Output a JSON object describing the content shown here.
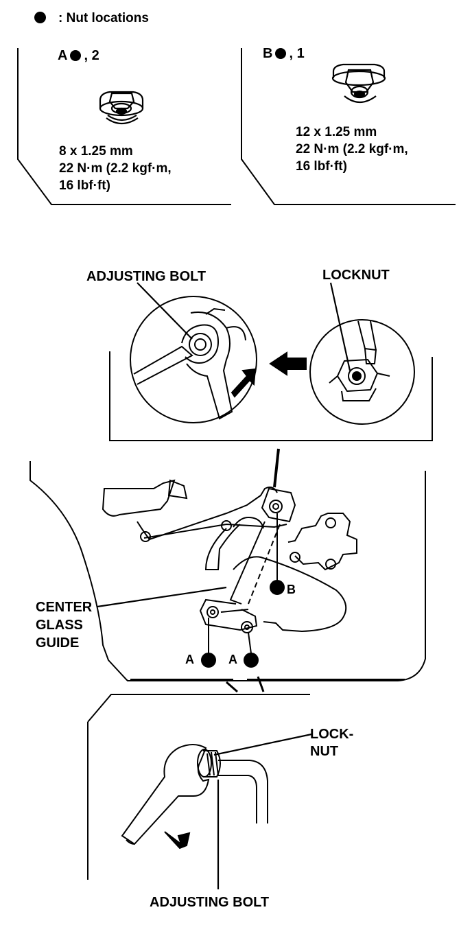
{
  "legend": {
    "icon": "filled-circle-icon",
    "text": ": Nut locations"
  },
  "box_a": {
    "letter": "A",
    "count": ", 2",
    "spec_size": "8 x 1.25 mm",
    "spec_torque_1": "22 N·m (2.2 kgf·m,",
    "spec_torque_2": "16 lbf·ft)"
  },
  "box_b": {
    "letter": "B",
    "count": ", 1",
    "spec_size": "12 x 1.25 mm",
    "spec_torque_1": "22 N·m (2.2 kgf·m,",
    "spec_torque_2": "16 lbf·ft)"
  },
  "callouts": {
    "adjusting_bolt_top": "ADJUSTING BOLT",
    "locknut_top": "LOCKNUT",
    "center_glass_guide_1": "CENTER",
    "center_glass_guide_2": "GLASS",
    "center_glass_guide_3": "GUIDE",
    "locknut_bottom_1": "LOCK-",
    "locknut_bottom_2": "NUT",
    "adjusting_bolt_bottom": "ADJUSTING BOLT"
  },
  "nut_markers": {
    "b": "B",
    "a_left": "A",
    "a_right": "A"
  },
  "colors": {
    "ink": "#000000",
    "paper": "#ffffff"
  }
}
